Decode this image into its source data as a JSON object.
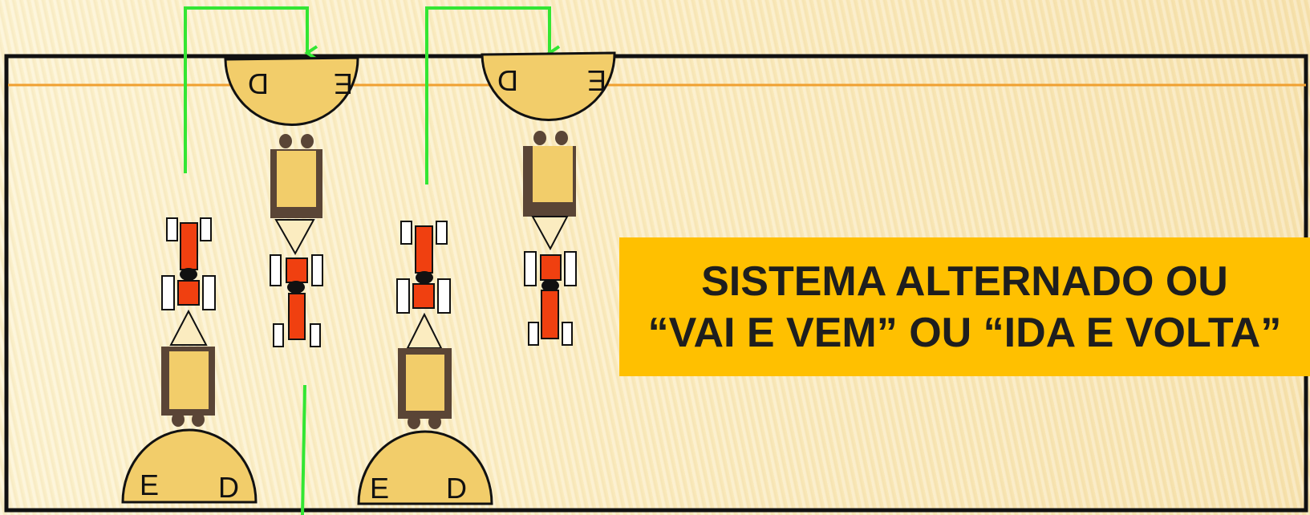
{
  "title": {
    "line1": "SISTEMA ALTERNADO OU",
    "line2": "“VAI E VEM” OU “IDA E VOLTA”"
  },
  "stations": {
    "top_left_label": "D",
    "top_right_label": "E",
    "bottom_left_label": "E",
    "bottom_right_label": "D"
  },
  "colors": {
    "background": "#fbedc1",
    "frame": "#111111",
    "accent_line": "#f0a030",
    "arrow": "#33e633",
    "station_fill": "#f2cd6a",
    "vehicle_body": "#5a4536",
    "trailer_part": "#f04010",
    "title_box": "#ffc000"
  }
}
